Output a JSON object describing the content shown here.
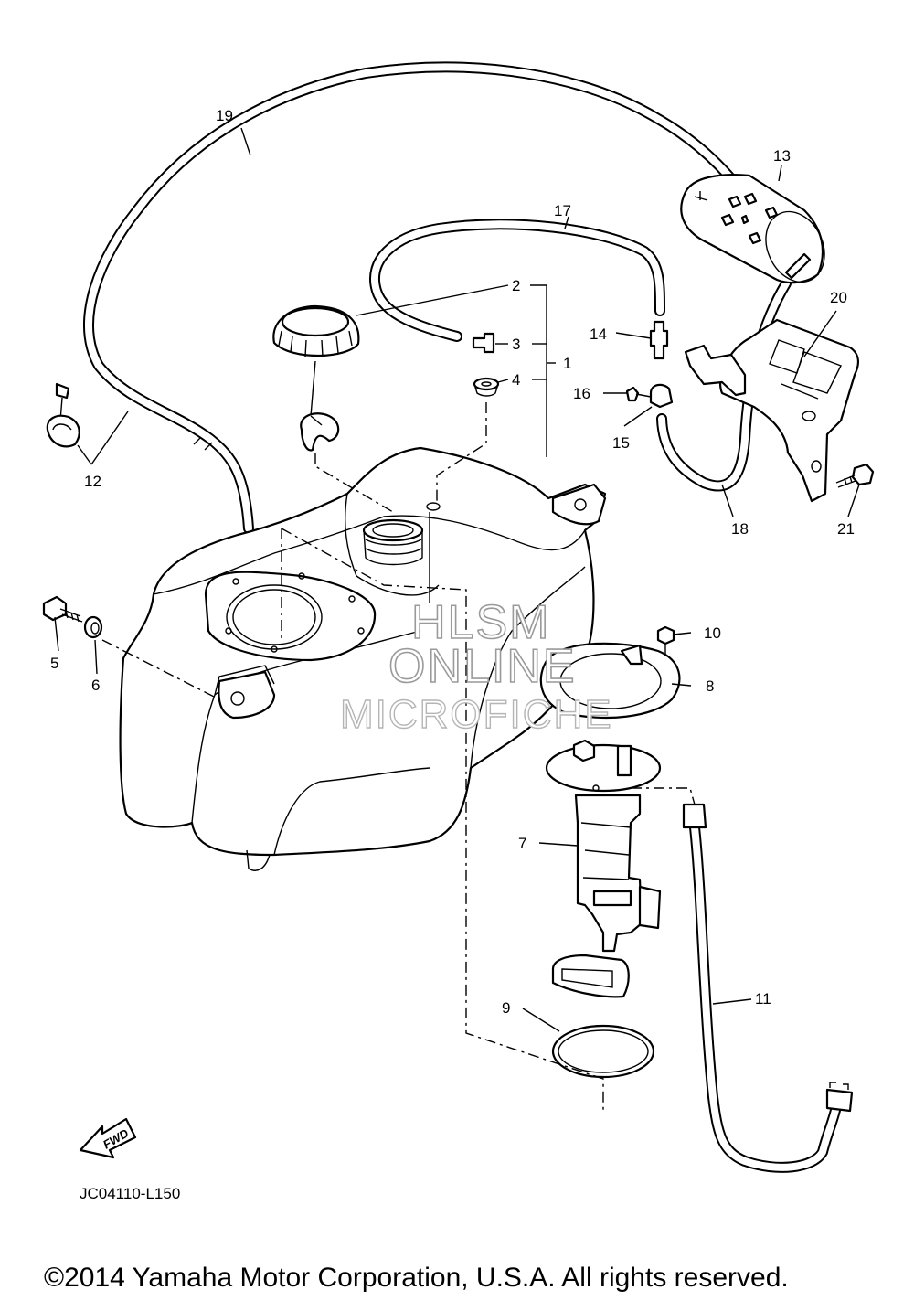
{
  "diagram": {
    "callouts": [
      {
        "id": "1",
        "label": "1"
      },
      {
        "id": "2",
        "label": "2"
      },
      {
        "id": "3",
        "label": "3"
      },
      {
        "id": "4",
        "label": "4"
      },
      {
        "id": "5",
        "label": "5"
      },
      {
        "id": "6",
        "label": "6"
      },
      {
        "id": "7",
        "label": "7"
      },
      {
        "id": "8",
        "label": "8"
      },
      {
        "id": "9",
        "label": "9"
      },
      {
        "id": "10",
        "label": "10"
      },
      {
        "id": "11",
        "label": "11"
      },
      {
        "id": "12",
        "label": "12"
      },
      {
        "id": "13",
        "label": "13"
      },
      {
        "id": "14",
        "label": "14"
      },
      {
        "id": "15",
        "label": "15"
      },
      {
        "id": "16",
        "label": "16"
      },
      {
        "id": "17",
        "label": "17"
      },
      {
        "id": "18",
        "label": "18"
      },
      {
        "id": "19",
        "label": "19"
      },
      {
        "id": "20",
        "label": "20"
      },
      {
        "id": "21",
        "label": "21"
      }
    ],
    "fwd_label": "FWD",
    "diagram_code": "JC04110-L150",
    "watermark": {
      "line1": "HLSM",
      "line2": "ONLINE",
      "line3": "MICROFICHE"
    },
    "copyright": "©2014 Yamaha Motor Corporation, U.S.A. All rights reserved."
  }
}
